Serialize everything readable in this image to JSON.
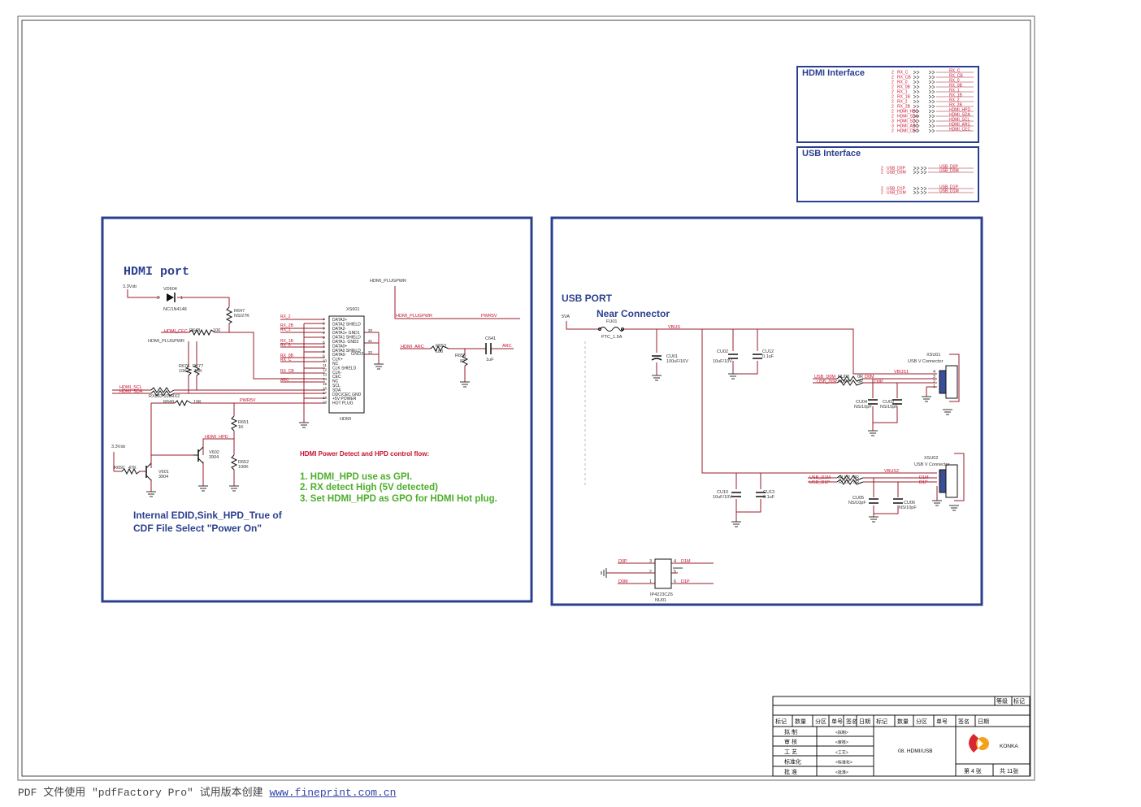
{
  "hdmi_interface": {
    "title": "HDMI Interface",
    "signals": [
      "RX_C",
      "RX_CB",
      "RX_0",
      "RX_0B",
      "RX_1",
      "RX_1B",
      "RX_2",
      "RX_2B",
      "HDMI_HPD",
      "HDMI_SDA",
      "HDMI_SCL",
      "HDMI_ARC",
      "HDMI_CEC"
    ],
    "sheets": [
      "2",
      "2",
      "2",
      "2",
      "2",
      "2",
      "2",
      "2",
      "2",
      "2",
      "3",
      "3",
      "2"
    ]
  },
  "usb_interface": {
    "title": "USB Interface",
    "signals": [
      "USB_D0P",
      "USB_D0M",
      "USB_D1P",
      "USB_D1M"
    ],
    "sheets": [
      "2",
      "2",
      "2",
      "2"
    ]
  },
  "hdmi_port": {
    "title": "HDMI port",
    "note_title": "HDMI Power Detect and HPD  control flow:",
    "steps": [
      "1. HDMI_HPD use as GPI.",
      "2. RX detect  High (5V detected)",
      "3. Set HDMI_HPD as GPO for HDMI Hot plug."
    ],
    "edid_note": [
      "Internal EDID,Sink_HPD_True of",
      "CDF File  Select \"Power On\""
    ],
    "connector": {
      "ref": "XS601",
      "name": "HDMI",
      "pins": [
        "DATA2+",
        "DATA2 SHIELD",
        "DATA2-",
        "DATA1+ GND1",
        "DATA1 SHIELD",
        "DATA1- GND2",
        "DATA0+",
        "DATA0 SHIELD",
        "DATA0-",
        "CLK+",
        "NC",
        "CLK SHIELD",
        "CLK-",
        "CEC",
        "NC",
        "SCL",
        "SDA",
        "DDC/CEC GND",
        "+5V POWER",
        "HOT PLUG"
      ],
      "pin_numbers": [
        "1",
        "2",
        "3",
        "4",
        "5",
        "6",
        "7",
        "8",
        "9",
        "10",
        "11",
        "12",
        "13",
        "14",
        "15",
        "16",
        "17",
        "18",
        "19"
      ],
      "right_pins": [
        "20",
        "21",
        "22"
      ],
      "nets_left": [
        "RX_2",
        "RX_2B",
        "RX_1",
        "RX_1B",
        "RX_0",
        "RX_0B",
        "RX_C",
        "RX_CB",
        "ARC"
      ],
      "gnd3": "GND3"
    },
    "labels": {
      "v33": "3.3Vsb",
      "v33b": "3.3Vsb",
      "vd604": "VD604",
      "vd604_val": "NC/1N4148",
      "r647": "R647",
      "r647_val": "NS/27K",
      "hdmi_cec": "HDMI_CEC",
      "r648": "R648",
      "r648_val": "100",
      "plugpwr": "HDMI_PLUGPWR",
      "plugpwr2": "HDMI_PLUGPWR",
      "plugpwr3": "HDMI_PLUGPWR",
      "pwr5v": "PWR5V",
      "pwr5v2": "PWR5V",
      "r676": "R676",
      "r676_val": "10K",
      "r677": "R677",
      "r677_val": "10K",
      "hdmi_scl": "HDMI_SCL",
      "hdmi_sda": "HDMI_SDA",
      "rx2": "RX683 100RX2",
      "r649": "R649",
      "r649_val": "10K",
      "r651": "R651",
      "r651_val": "1K",
      "hdmi_hpd": "HDMI_HPD",
      "v602": "V602",
      "v602_val": "3904",
      "r652": "R652",
      "r652_val": "100K",
      "r650": "R650",
      "r650_val": "47K",
      "v601": "V601",
      "v601_val": "3904",
      "hdmi_arc": "HDMI_ARC",
      "r653": "R653",
      "r653_val": "180",
      "c641": "C641",
      "c641_val": "1uF",
      "r655": "R655",
      "r655_val": "82",
      "arc": "ARC",
      "arc2": "ARC",
      "pin_n1": "1",
      "pin_n2": "2"
    }
  },
  "usb_port": {
    "title": "USB PORT",
    "subtitle": "Near Connector",
    "labels": {
      "v5": "5VA",
      "fu01": "FU01",
      "fu01_val": "PTC_1.5A",
      "vbus": "VBUS",
      "vbus1": "VBUS1",
      "vbus2": "VBUS2",
      "cu01": "CU01",
      "cu01_val": "100uF/16V",
      "cu02": "CU02",
      "cu02_val": "10uF/10V",
      "cu12": "CU12",
      "cu12_val": "0.1uF",
      "xsu01": "XSU01",
      "xsu01_name": "USB V Connector",
      "usb_d0m": "USB_D0M",
      "usb_d0p": "USB_D0P",
      "ru03": "RU03",
      "ru04": "RU04",
      "r0": "0R",
      "d0m": "D0M",
      "d0p": "D0P",
      "cu04": "CU04",
      "cu04_val": "NS/10pF",
      "cu03": "CU03",
      "cu03_val": "NS/10pF",
      "xsu02": "XSU02",
      "xsu02_name": "USB V Connector",
      "usb_d1m": "USB_D1M",
      "usb_d1p": "USB_D1P",
      "ru02": "RU02",
      "ru01": "RU01",
      "d1m": "D1M",
      "d1p": "D1P",
      "cu10": "CU10",
      "cu10_val": "10uF/10V",
      "cu13": "CU13",
      "cu13_val": "0.1uF",
      "cu05": "CU05",
      "cu05_val": "NS/10pF",
      "cu06": "CU06",
      "cu06_val": "NS/10pF",
      "nu01": "NU01",
      "nu01_name": "IP4223CZ6",
      "conn_pins": [
        "4",
        "3",
        "2",
        "1"
      ],
      "esd_pins": [
        "3",
        "2",
        "1",
        "4",
        "5",
        "6"
      ]
    }
  },
  "title_block": {
    "grade": "等级",
    "mark": "标记",
    "headers": [
      "标记",
      "数量",
      "分区",
      "单号",
      "签名",
      "日期",
      "标记",
      "数量",
      "分区",
      "单号",
      "签名",
      "日期"
    ],
    "roles": [
      "拟 制",
      "审 核",
      "工 艺",
      "标准化",
      "批 准"
    ],
    "values": [
      "<拟制>",
      "<审核>",
      "<工艺>",
      "<标准化>",
      "<批准>"
    ],
    "sheet_name": "08. HDMI/USB",
    "brand": "KONKA",
    "sheet_no": "第 4 张",
    "total": "共 11张"
  },
  "footer": {
    "text": "PDF 文件使用 \"pdfFactory Pro\" 试用版本创建 ",
    "link": "www.fineprint.com.cn"
  },
  "colors": {
    "frame": "#2b3f8f",
    "net": "#c8102e",
    "wire": "#9a1c2a",
    "green": "#4cae2a",
    "heading": "#2b3f8f"
  }
}
